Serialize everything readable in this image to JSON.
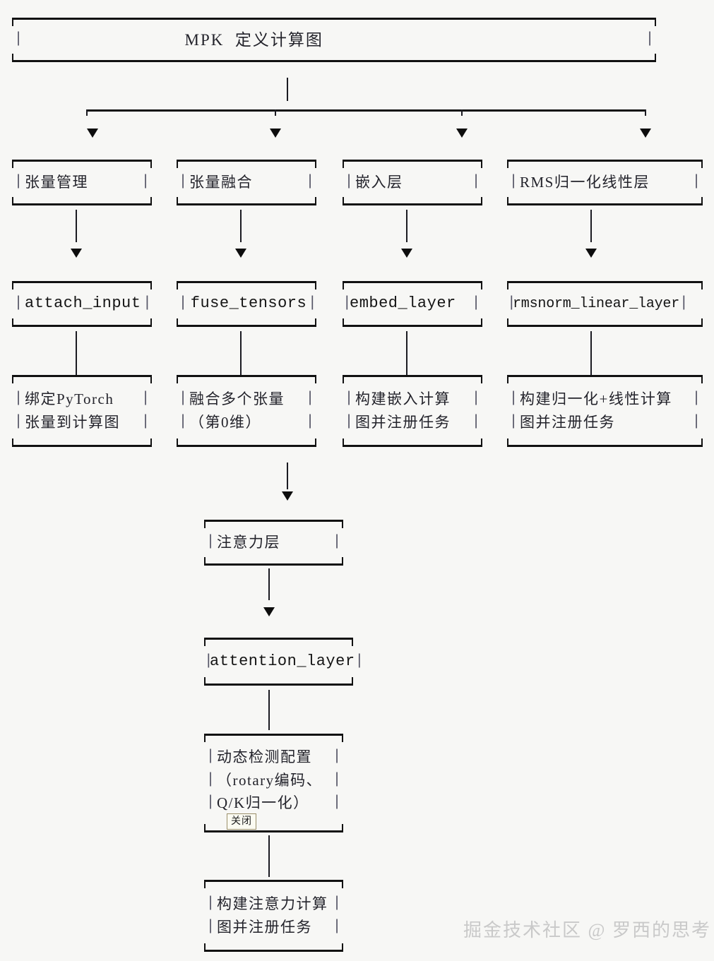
{
  "diagram": {
    "title_box": {
      "label": "MPK  定义计算图"
    },
    "row_modules": [
      {
        "label": "张量管理"
      },
      {
        "label": "张量融合"
      },
      {
        "label": "嵌入层"
      },
      {
        "label": "RMS归一化线性层"
      }
    ],
    "row_functions": [
      {
        "label": "attach_input"
      },
      {
        "label": "fuse_tensors"
      },
      {
        "label": "embed_layer"
      },
      {
        "label": "rmsnorm_linear_layer"
      }
    ],
    "row_descriptions": [
      {
        "line1": "绑定PyTorch",
        "line2": "张量到计算图"
      },
      {
        "line1": "融合多个张量",
        "line2": "（第0维）"
      },
      {
        "line1": "构建嵌入计算",
        "line2": "图并注册任务"
      },
      {
        "line1": "构建归一化+线性计算",
        "line2": "图并注册任务"
      }
    ],
    "attention_chain": {
      "module": {
        "label": "注意力层"
      },
      "function": {
        "label": "attention_layer"
      },
      "config": {
        "line1": "动态检测配置",
        "line2": "（rotary编码、",
        "line3": "Q/K归一化）"
      },
      "description": {
        "line1": "构建注意力计算",
        "line2": "图并注册任务"
      }
    },
    "pipe_glyph": "|",
    "close_button": {
      "label": "关闭"
    },
    "watermark": {
      "text": "掘金技术社区 @ 罗西的思考"
    },
    "colors": {
      "background": "#f7f7f5",
      "border": "#111111",
      "text": "#23232b",
      "pipe": "#555566",
      "close_border": "#9a8f6a",
      "watermark": "#c9c9c9"
    }
  }
}
